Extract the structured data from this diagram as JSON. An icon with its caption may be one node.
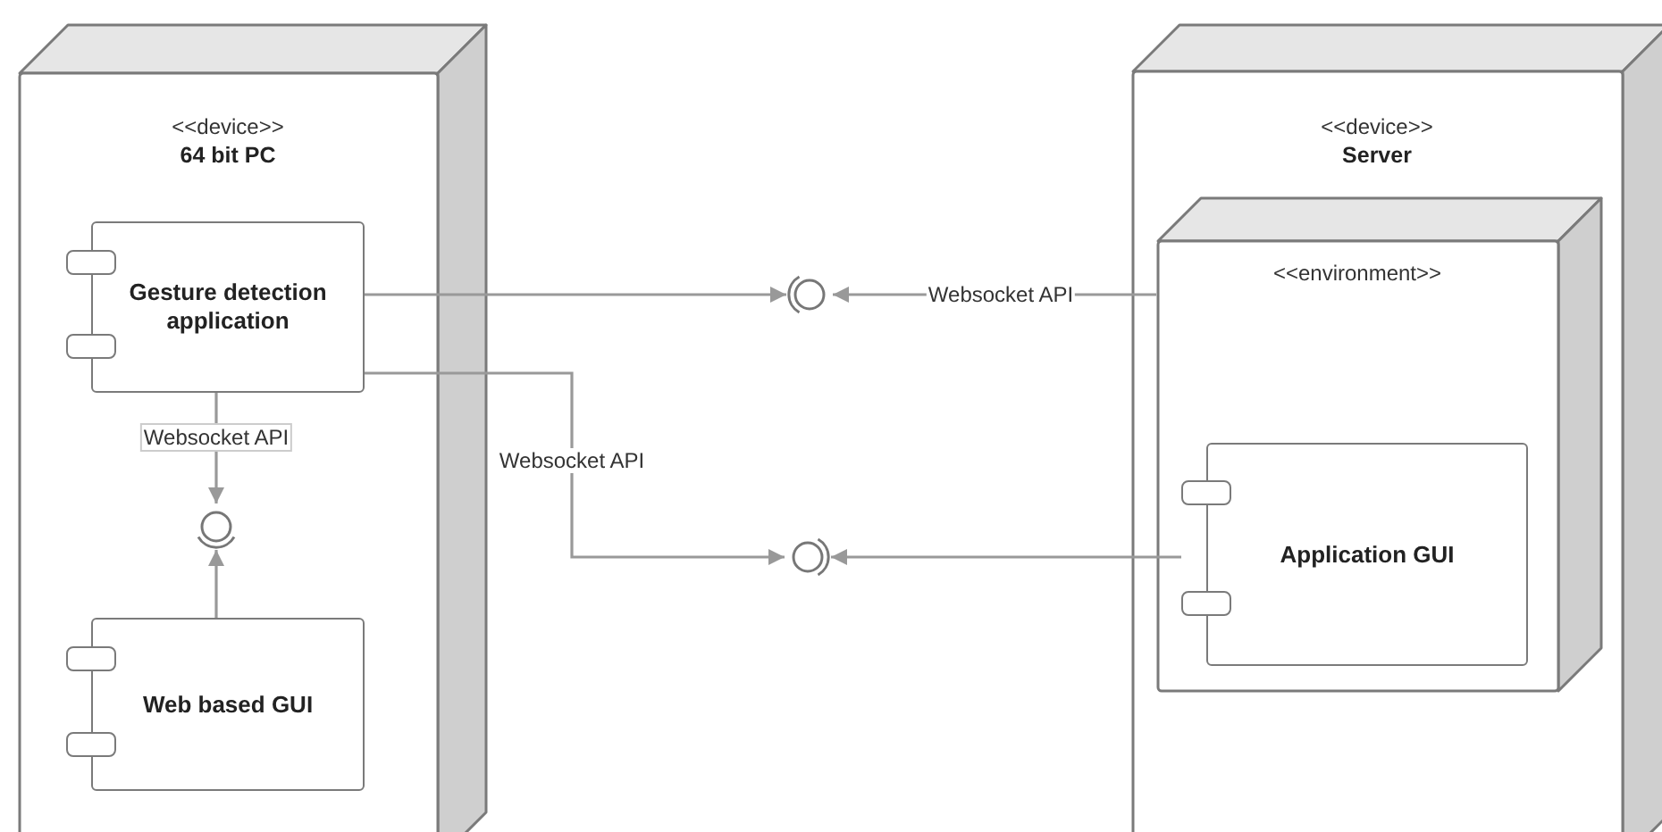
{
  "diagram": {
    "nodes": [
      {
        "text": [
          "<<device>>",
          "64 bit PC"
        ]
      },
      {
        "text": [
          "Gesture detection application"
        ],
        "in": 0
      },
      {
        "text": [],
        "shape": "circle",
        "in": 0
      },
      {
        "text": [
          "Web based GUI"
        ],
        "in": 0
      },
      {
        "text": [],
        "shape": "circle"
      },
      {
        "text": [],
        "shape": "circle"
      },
      {
        "text": [
          "<<device>>",
          "Server"
        ]
      },
      {
        "text": [
          "<<environment>>"
        ],
        "in": 6
      },
      {
        "text": [
          "Application GUI"
        ],
        "in": 7
      }
    ],
    "edges": [
      {
        "from": 1,
        "to": 4,
        "arrow": "to"
      },
      {
        "from": 7,
        "to": 4,
        "arrow": "to",
        "label": "Websocket API"
      },
      {
        "from": 1,
        "to": 5,
        "arrow": "to",
        "label": "Websocket API"
      },
      {
        "from": 8,
        "to": 5,
        "arrow": "to"
      },
      {
        "from": 1,
        "to": 2,
        "arrow": "to",
        "label": "Websocket API"
      },
      {
        "from": 3,
        "to": 2,
        "arrow": "to"
      }
    ]
  }
}
